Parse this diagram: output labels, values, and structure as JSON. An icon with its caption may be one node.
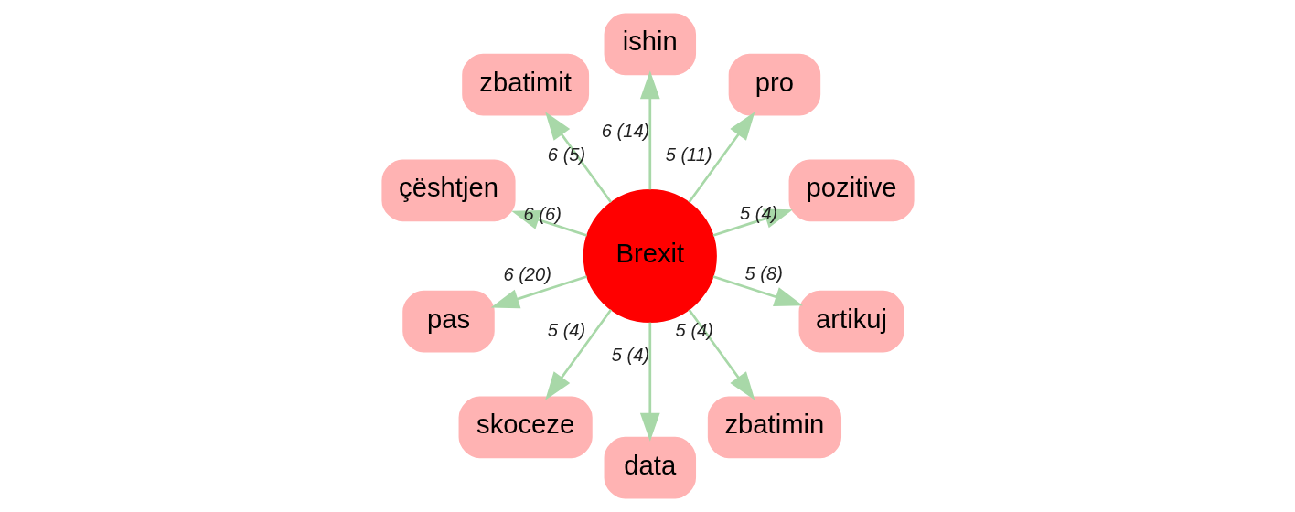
{
  "diagram": {
    "nodes": [
      {
        "text": [
          "Brexit"
        ]
      },
      {
        "text": [
          "pozitive"
        ]
      },
      {
        "text": [
          "pro"
        ]
      },
      {
        "text": [
          "ishin"
        ]
      },
      {
        "text": [
          "zbatimit"
        ]
      },
      {
        "text": [
          "çështjen"
        ]
      },
      {
        "text": [
          "pas"
        ]
      },
      {
        "text": [
          "skoceze"
        ]
      },
      {
        "text": [
          "data"
        ]
      },
      {
        "text": [
          "zbatimin"
        ]
      },
      {
        "text": [
          "artikuj"
        ]
      }
    ],
    "edges": [
      {
        "from": 0,
        "to": 1,
        "arrow": "to",
        "label": "5 (4)"
      },
      {
        "from": 0,
        "to": 2,
        "arrow": "to",
        "label": "5 (11)"
      },
      {
        "from": 0,
        "to": 3,
        "arrow": "to",
        "label": "6 (14)"
      },
      {
        "from": 0,
        "to": 4,
        "arrow": "to",
        "label": "6 (5)"
      },
      {
        "from": 0,
        "to": 5,
        "arrow": "to",
        "label": "6 (6)"
      },
      {
        "from": 0,
        "to": 6,
        "arrow": "to",
        "label": "6 (20)"
      },
      {
        "from": 0,
        "to": 7,
        "arrow": "to",
        "label": "5 (4)"
      },
      {
        "from": 0,
        "to": 8,
        "arrow": "to",
        "label": "5 (4)"
      },
      {
        "from": 0,
        "to": 9,
        "arrow": "to",
        "label": "5 (4)"
      },
      {
        "from": 0,
        "to": 10,
        "arrow": "to",
        "label": "5 (8)"
      }
    ]
  }
}
